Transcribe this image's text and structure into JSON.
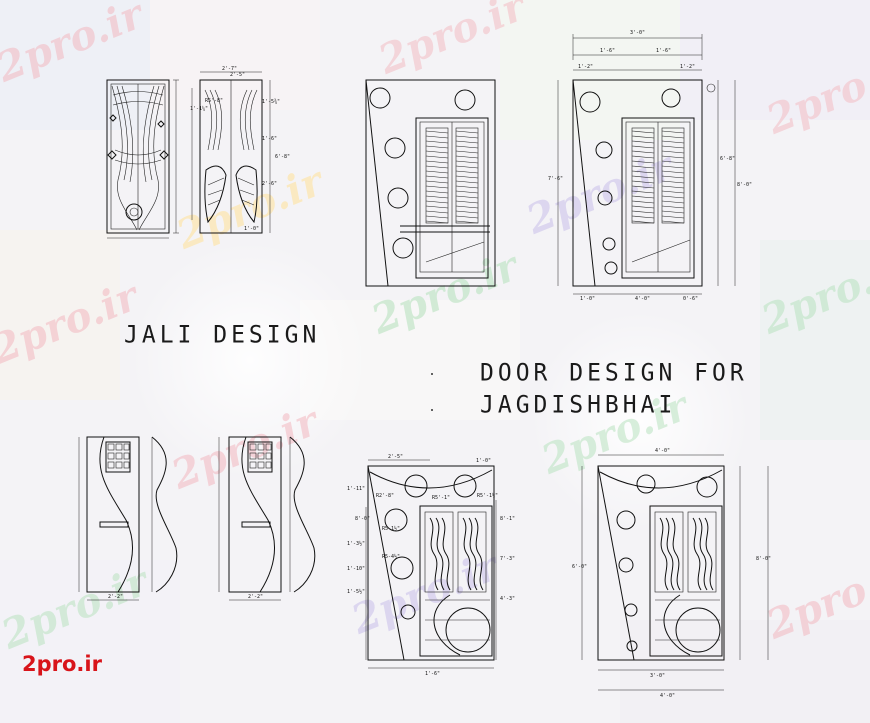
{
  "labels": {
    "jali_title": "JALI DESIGN",
    "door_title_line1": "DOOR DESIGN FOR",
    "door_title_line2": "JAGDISHBHAI"
  },
  "watermark": {
    "text": "2pro.ir",
    "logo_text": "2pro.ir",
    "logo_color": "#d8141a",
    "colors": [
      "#f3b8c0",
      "#b9e3c0",
      "#c9c0ea",
      "#ffe3a0"
    ]
  },
  "dimensions": {
    "top_left": [
      "2'-7\"",
      "1'-5¾\"",
      "1'-6\"",
      "6'-8\"",
      "2'-6\"",
      "R5'-8\"",
      "1'-0\""
    ],
    "top_right": [
      "3'-0\"",
      "4'-0\"",
      "6'-8\"",
      "8'-0\""
    ],
    "bottom_left": [
      "2'-5\"",
      "1'-0\"",
      "1'-11\"",
      "8'-0\"",
      "R2'-8\"",
      "R5'-1\"",
      "R5'-1½\"",
      "R5-1½\"",
      "R5-4½\"",
      "1'-3½\"",
      "1'-5½\"",
      "1'-10\"",
      "8'-1\"",
      "7'-3\"",
      "4'-3\""
    ],
    "bottom_right": [
      "4'-0\"",
      "3'-0\"",
      "6'-0\"",
      "8'-0\""
    ]
  }
}
